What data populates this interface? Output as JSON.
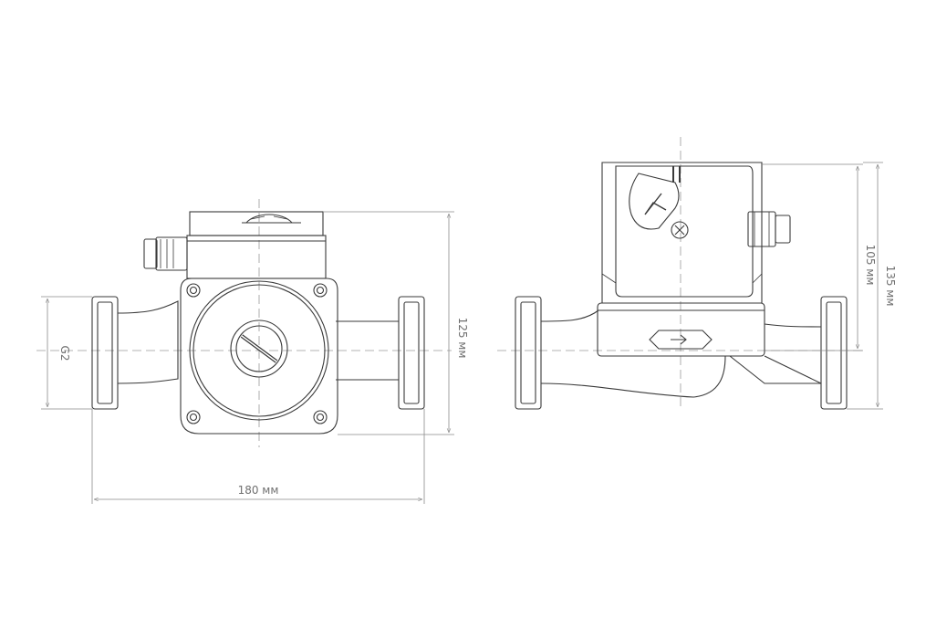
{
  "front_view": {
    "dim_width": "180 мм",
    "dim_height": "125 мм",
    "dim_thread": "G2"
  },
  "side_view": {
    "dim_body_height": "105 мм",
    "dim_total_height": "135 мм"
  },
  "colors": {
    "line": "#3a3a3a",
    "dimension": "#8a8a8a",
    "centerline": "#9a9a9a"
  }
}
